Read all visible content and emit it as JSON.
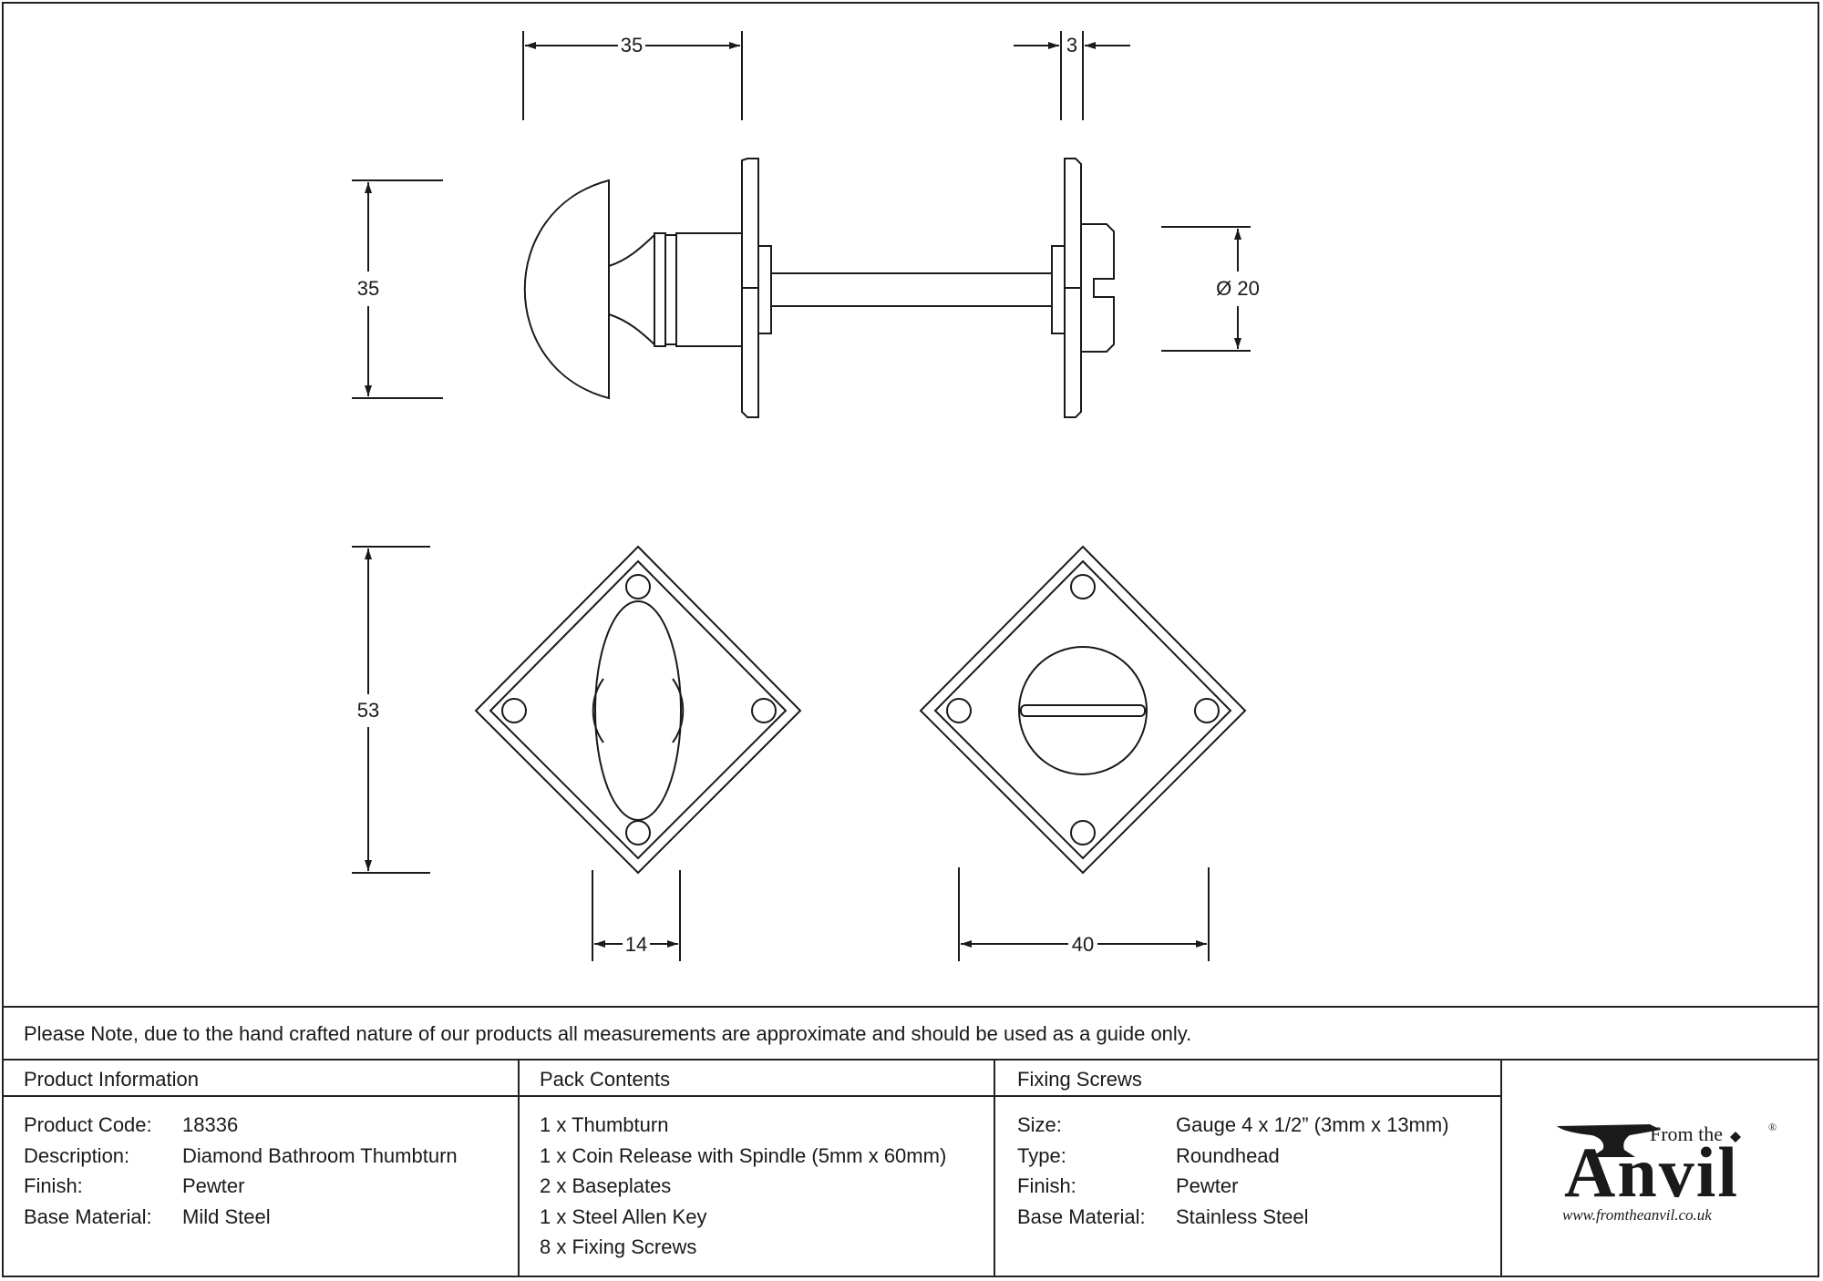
{
  "dimensions": {
    "knob_width": "35",
    "plate_thickness": "3",
    "knob_height": "35",
    "release_diameter": "Ø 20",
    "plate_height": "53",
    "turn_width": "14",
    "plate_width": "40"
  },
  "note": "Please Note, due to the hand crafted nature of our products all measurements are approximate and should be used as a guide only.",
  "product_info": {
    "heading": "Product Information",
    "rows": [
      {
        "key": "Product Code:",
        "value": "18336"
      },
      {
        "key": "Description:",
        "value": "Diamond Bathroom Thumbturn"
      },
      {
        "key": "Finish:",
        "value": "Pewter"
      },
      {
        "key": "Base Material:",
        "value": "Mild Steel"
      }
    ]
  },
  "pack_contents": {
    "heading": "Pack Contents",
    "items": [
      "1 x Thumbturn",
      "1 x Coin Release with Spindle (5mm x 60mm)",
      "2 x Baseplates",
      "1 x Steel Allen Key",
      "8 x Fixing Screws"
    ]
  },
  "fixing_screws": {
    "heading": "Fixing Screws",
    "rows": [
      {
        "key": "Size:",
        "value": "Gauge 4 x 1/2” (3mm x 13mm)"
      },
      {
        "key": "Type:",
        "value": "Roundhead"
      },
      {
        "key": "Finish:",
        "value": "Pewter"
      },
      {
        "key": "Base Material:",
        "value": "Stainless Steel"
      }
    ]
  },
  "logo": {
    "from_the": "From the",
    "anvil": "Anvil",
    "registered": "®",
    "url": "www.fromtheanvil.co.uk"
  }
}
